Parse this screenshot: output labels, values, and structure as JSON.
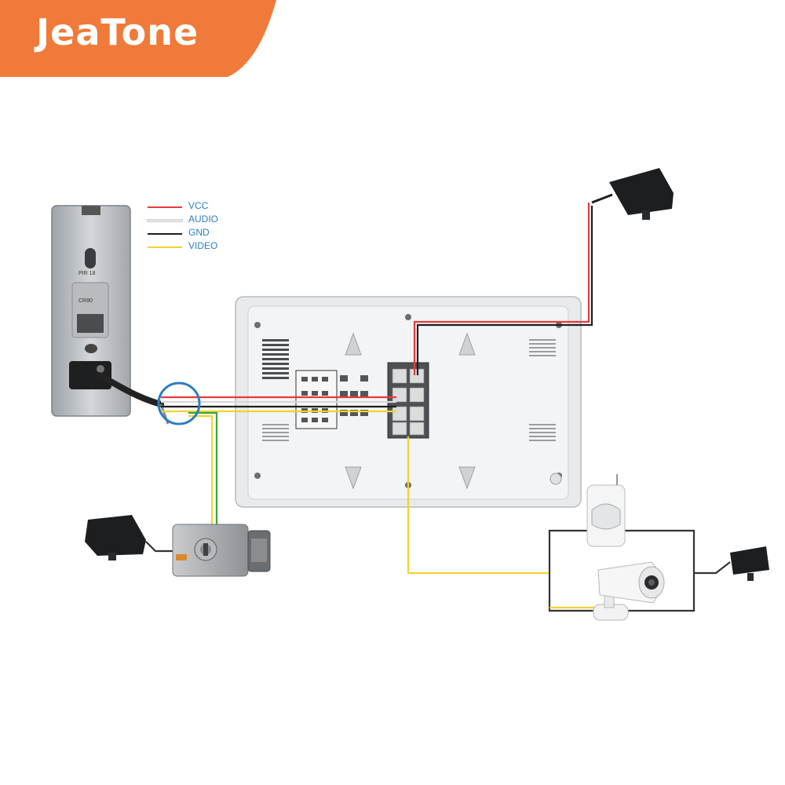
{
  "brand": {
    "name": "JeaTone",
    "color": "#f07a3a"
  },
  "legend": [
    {
      "label": "VCC",
      "color": "#e53b3b"
    },
    {
      "label": "AUDIO",
      "color": "#e6e6e6"
    },
    {
      "label": "GND",
      "color": "#1f1f1f"
    },
    {
      "label": "VIDEO",
      "color": "#f2d22e"
    }
  ],
  "components": {
    "outdoor_panel": {
      "icon": "outdoor-camera-panel-icon",
      "labels": [
        "PIR 18",
        "CR80"
      ]
    },
    "indoor_monitor": {
      "icon": "indoor-monitor-back-icon"
    },
    "electric_lock": {
      "icon": "electric-lock-icon"
    },
    "pir_sensor": {
      "icon": "pir-motion-sensor-icon"
    },
    "cctv_camera": {
      "icon": "cctv-bullet-camera-icon"
    },
    "power_adapters": {
      "icon": "power-adapter-icon"
    }
  },
  "wire_colors": {
    "lock": "#3aa43a",
    "loop": "#333333"
  }
}
